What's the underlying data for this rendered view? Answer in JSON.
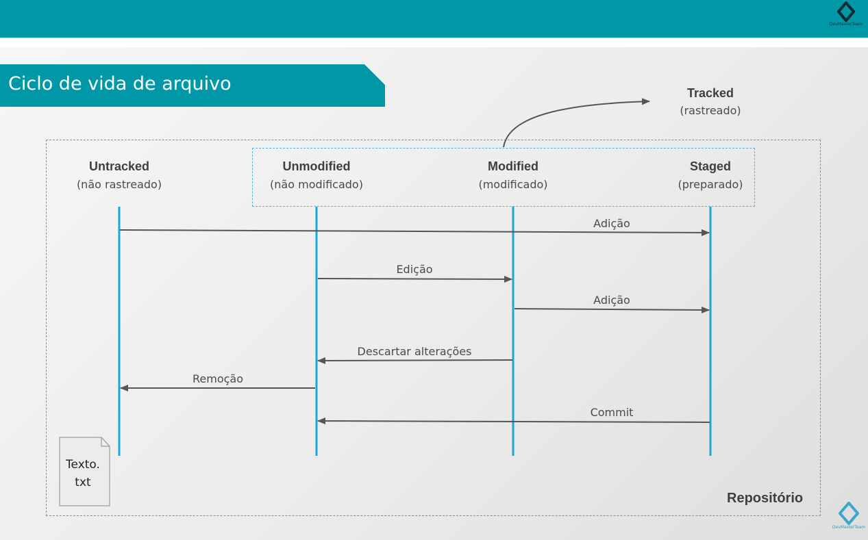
{
  "page": {
    "title": "Ciclo de vida de arquivo",
    "brand": "DevMasterTeam",
    "repository_label": "Repositório",
    "file_label_line1": "Texto.",
    "file_label_line2": "txt"
  },
  "colors": {
    "accent": "#0097a7",
    "lifeline": "#1aa6d6",
    "arrow": "#555555",
    "tracked_border": "#52b7cf"
  },
  "tracked": {
    "name": "Tracked",
    "sub": "(rastreado)"
  },
  "states": [
    {
      "name": "Untracked",
      "sub": "(não rastreado)"
    },
    {
      "name": "Unmodified",
      "sub": "(não modificado)"
    },
    {
      "name": "Modified",
      "sub": "(modificado)"
    },
    {
      "name": "Staged",
      "sub": "(preparado)"
    }
  ],
  "messages": [
    {
      "label": "Adição",
      "from": "Untracked",
      "to": "Staged"
    },
    {
      "label": "Edição",
      "from": "Unmodified",
      "to": "Modified"
    },
    {
      "label": "Adição",
      "from": "Modified",
      "to": "Staged"
    },
    {
      "label": "Descartar alterações",
      "from": "Modified",
      "to": "Unmodified"
    },
    {
      "label": "Remoção",
      "from": "Unmodified",
      "to": "Untracked"
    },
    {
      "label": "Commit",
      "from": "Staged",
      "to": "Unmodified"
    }
  ]
}
